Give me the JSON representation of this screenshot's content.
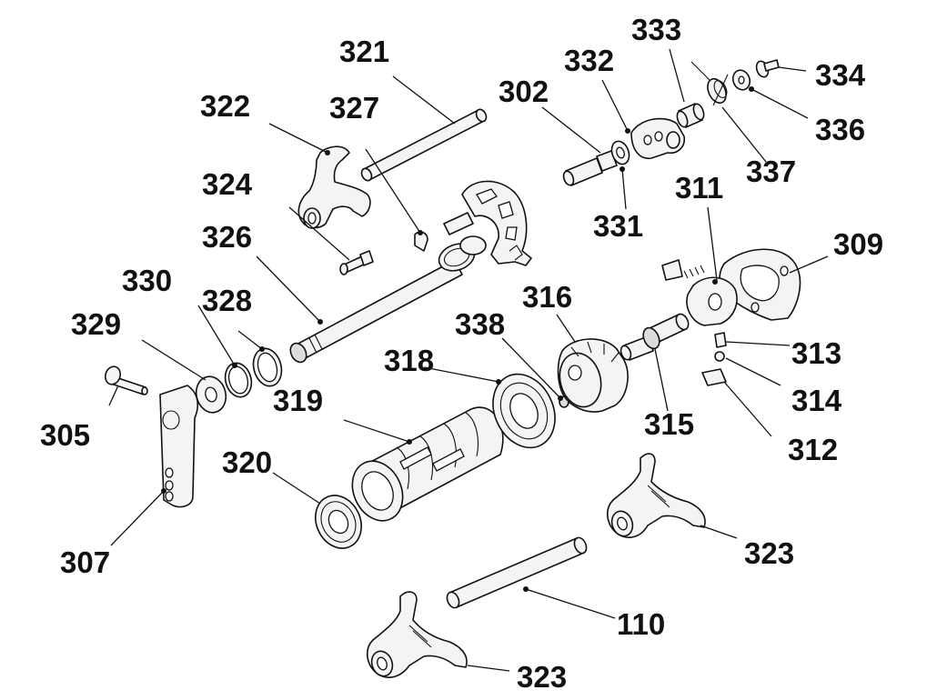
{
  "diagram": {
    "labels": {
      "l110": "110",
      "l302": "302",
      "l305": "305",
      "l307": "307",
      "l309": "309",
      "l311": "311",
      "l312": "312",
      "l313": "313",
      "l314": "314",
      "l315": "315",
      "l316": "316",
      "l318": "318",
      "l319": "319",
      "l320": "320",
      "l321": "321",
      "l322": "322",
      "l323a": "323",
      "l323b": "323",
      "l324": "324",
      "l326": "326",
      "l327": "327",
      "l328": "328",
      "l329": "329",
      "l330": "330",
      "l331": "331",
      "l332": "332",
      "l333": "333",
      "l334": "334",
      "l336": "336",
      "l337": "337",
      "l338": "338"
    },
    "colors": {
      "ink": "#111111",
      "part_fill": "#f4f4f4",
      "background": "#ffffff"
    }
  }
}
